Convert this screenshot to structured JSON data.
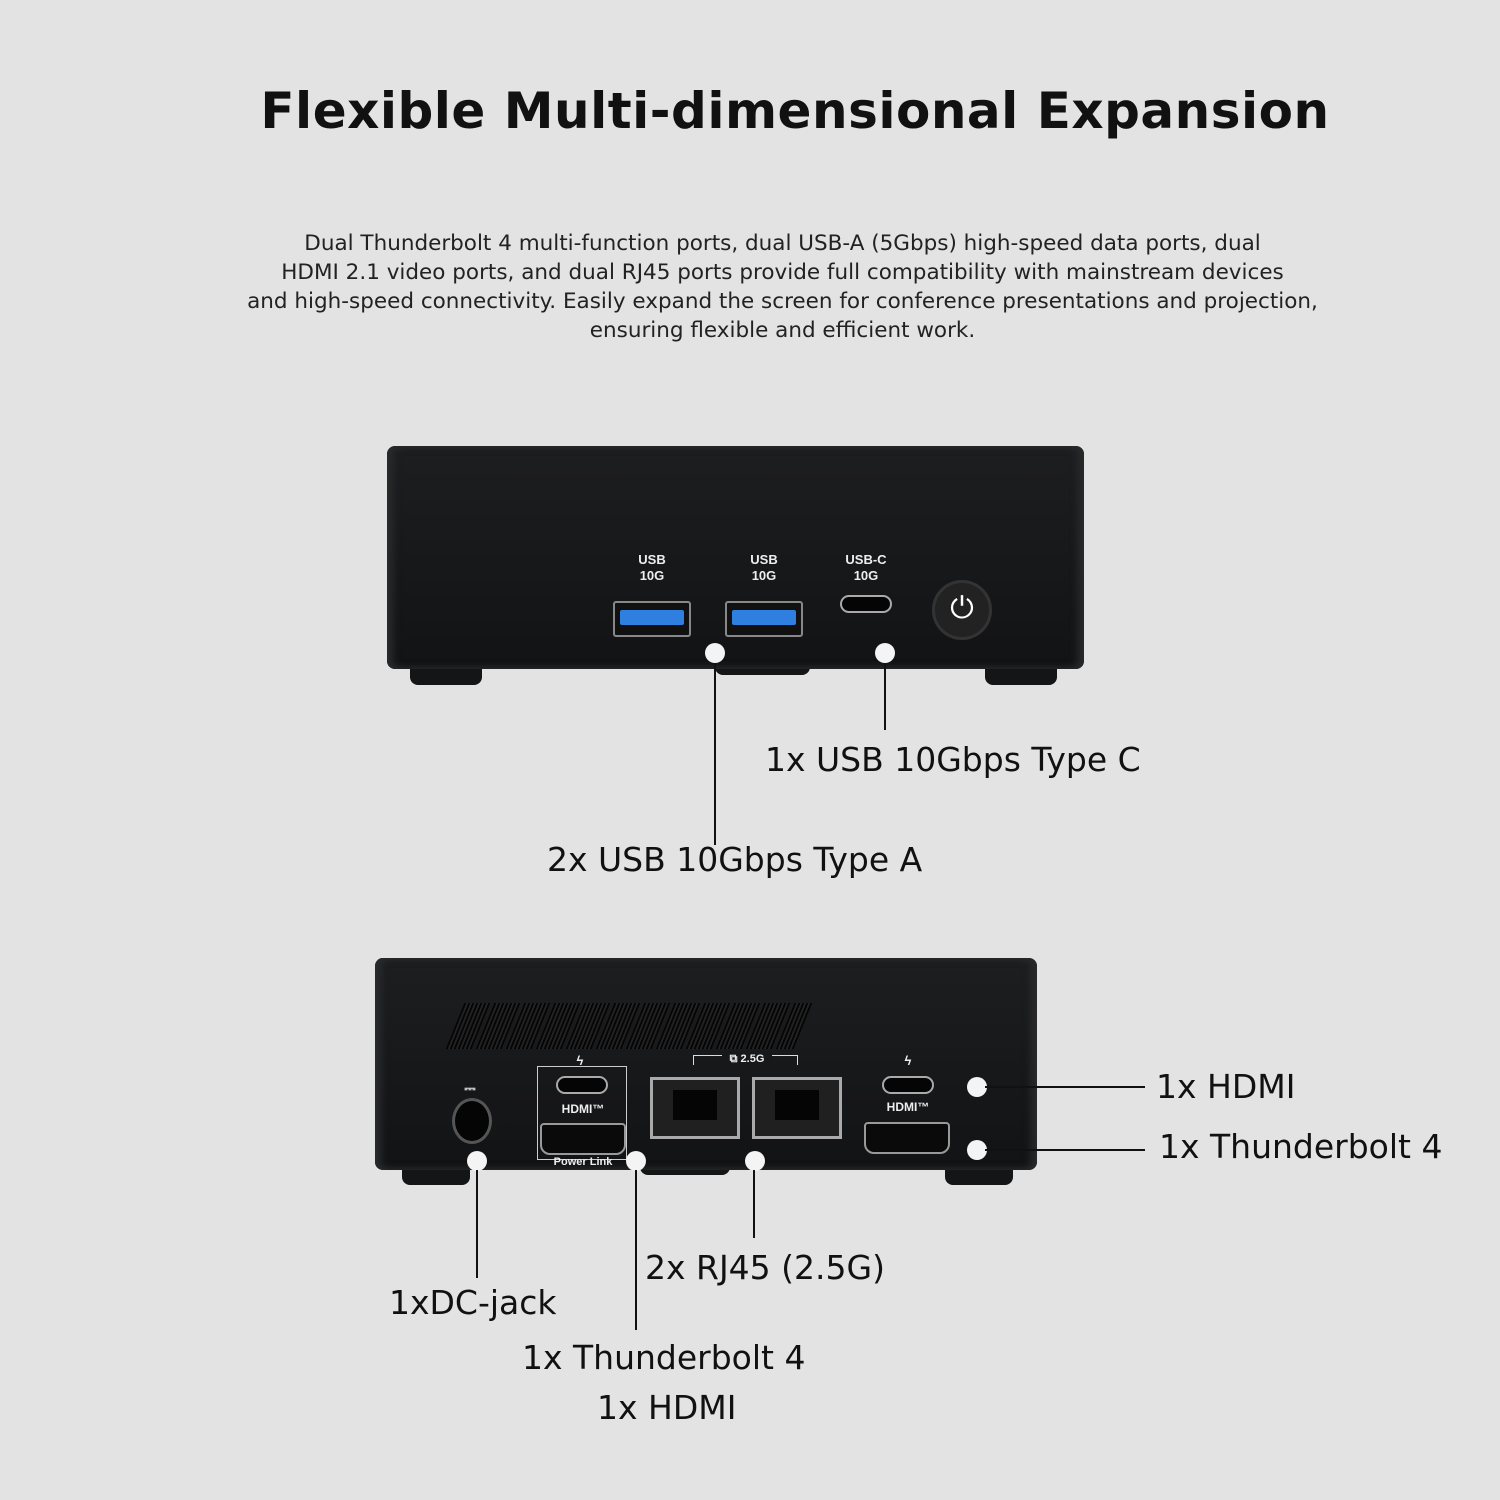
{
  "title": "Flexible Multi-dimensional Expansion",
  "description": [
    "Dual Thunderbolt 4 multi-function ports, dual USB-A (5Gbps) high-speed data ports, dual",
    "HDMI 2.1 video ports, and dual RJ45 ports provide full compatibility with mainstream devices",
    "and high-speed connectivity. Easily expand the screen for conference presentations and projection,",
    "ensuring flexible and efficient work."
  ],
  "front": {
    "port_labels": {
      "usb1": [
        "USB",
        "10G"
      ],
      "usb2": [
        "USB",
        "10G"
      ],
      "usbc": [
        "USB-C",
        "10G"
      ]
    },
    "callouts": {
      "type_c": "1x USB 10Gbps Type C",
      "type_a": "2x USB 10Gbps Type A"
    },
    "icons": [
      "power-button-icon"
    ]
  },
  "rear": {
    "port_labels": {
      "hdmi_left": "HDMI™",
      "power_link": "Power Link",
      "lan": "2.5G",
      "hdmi_right": "HDMI™"
    },
    "callouts": {
      "hdmi_right": "1x HDMI",
      "tb4_right": "1x Thunderbolt 4",
      "rj45": "2x RJ45 (2.5G)",
      "dc": "1xDC-jack",
      "tb4_left": "1x Thunderbolt 4",
      "hdmi_left": "1x HDMI"
    },
    "icons": [
      "thunderbolt-icon",
      "network-icon",
      "dc-power-icon"
    ]
  },
  "colors": {
    "background": "#e3e3e3",
    "device": "#161718",
    "usb_blue": "#2f7fe0"
  }
}
